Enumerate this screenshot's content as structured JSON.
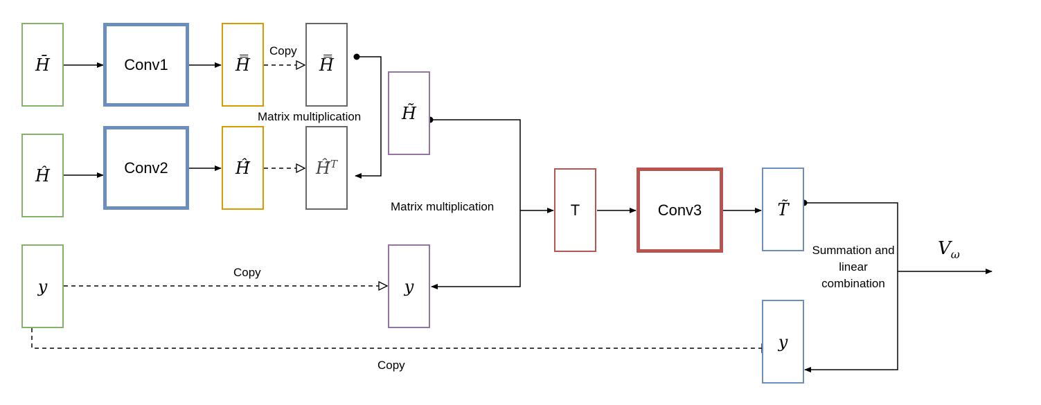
{
  "nodes": {
    "h_bar_input": "H̄",
    "h_hat_input": "Ĥ",
    "y_input": "y",
    "conv1": "Conv1",
    "conv2": "Conv2",
    "h_double_bar": "H̿",
    "h_double_hat": "Ĥ̂",
    "h_double_bar_copy": "H̿",
    "h_double_hat_transpose": "Ĥ̂",
    "transpose_superscript": "T",
    "h_tilde": "H̃",
    "y_copy_middle": "y",
    "t_block": "T",
    "conv3": "Conv3",
    "t_tilde": "T̃",
    "y_copy_bottom": "y"
  },
  "labels": {
    "copy_top": "Copy",
    "matrix_mult_top": "Matrix multiplication",
    "matrix_mult_middle": "Matrix multiplication",
    "copy_middle": "Copy",
    "copy_bottom": "Copy",
    "summation": "Summation and linear combination"
  },
  "output": {
    "base": "V",
    "subscript": "ω"
  },
  "colors": {
    "input_border": "#82b366",
    "conv_border": "#6c8ebf",
    "feature_border": "#d79b00",
    "copy_border": "#666666",
    "product_border": "#9673a6",
    "final_conv_border": "#b85450"
  }
}
